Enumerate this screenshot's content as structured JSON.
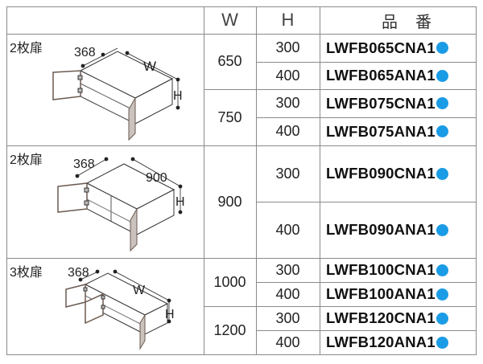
{
  "header": {
    "image_col": "",
    "w_label": "W",
    "h_label": "H",
    "code_label": "品番"
  },
  "accent_color": "#1a9be6",
  "groups": [
    {
      "type_label": "2枚扉",
      "illustration": {
        "depth": "368",
        "width": "W",
        "height": "H",
        "doors": 2
      },
      "widths": [
        {
          "w": "650",
          "rows": [
            {
              "h": "300",
              "code": "LWFB065CNA1"
            },
            {
              "h": "400",
              "code": "LWFB065ANA1"
            }
          ]
        },
        {
          "w": "750",
          "rows": [
            {
              "h": "300",
              "code": "LWFB075CNA1"
            },
            {
              "h": "400",
              "code": "LWFB075ANA1"
            }
          ]
        }
      ]
    },
    {
      "type_label": "2枚扉",
      "illustration": {
        "depth": "368",
        "width": "900",
        "height": "H",
        "doors": 2
      },
      "widths": [
        {
          "w": "900",
          "rows": [
            {
              "h": "300",
              "code": "LWFB090CNA1"
            },
            {
              "h": "400",
              "code": "LWFB090ANA1"
            }
          ]
        }
      ]
    },
    {
      "type_label": "3枚扉",
      "illustration": {
        "depth": "368",
        "width": "W",
        "height": "H",
        "doors": 3
      },
      "widths": [
        {
          "w": "1000",
          "rows": [
            {
              "h": "300",
              "code": "LWFB100CNA1"
            },
            {
              "h": "400",
              "code": "LWFB100ANA1"
            }
          ]
        },
        {
          "w": "1200",
          "rows": [
            {
              "h": "300",
              "code": "LWFB120CNA1"
            },
            {
              "h": "400",
              "code": "LWFB120ANA1"
            }
          ]
        }
      ]
    }
  ]
}
